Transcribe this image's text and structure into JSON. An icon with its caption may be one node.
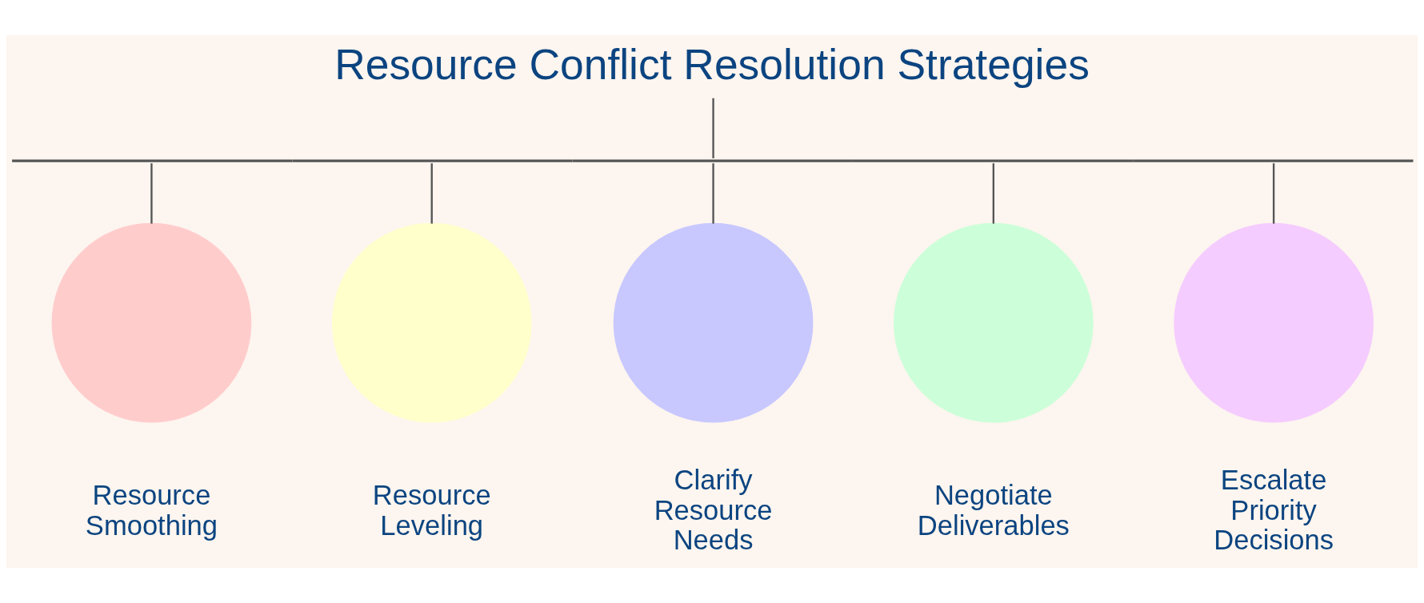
{
  "diagram": {
    "title": "Resource Conflict Resolution Strategies",
    "nodes": [
      {
        "text": [],
        "shape": "bar"
      },
      {
        "text": [],
        "shape": "circle",
        "beside": [
          "Resource Smoothing"
        ]
      },
      {
        "text": [],
        "shape": "circle",
        "beside": [
          "Resource Leveling"
        ]
      },
      {
        "text": [],
        "shape": "circle",
        "beside": [
          "Clarify Resource Needs"
        ]
      },
      {
        "text": [],
        "shape": "circle",
        "beside": [
          "Negotiate Deliverables"
        ]
      },
      {
        "text": [],
        "shape": "circle",
        "beside": [
          "Escalate Priority Decisions"
        ]
      }
    ],
    "edges": [
      {
        "from": null,
        "to": 0,
        "arrow": "none"
      },
      {
        "from": 0,
        "to": 1,
        "arrow": "none"
      },
      {
        "from": 0,
        "to": 2,
        "arrow": "none"
      },
      {
        "from": 0,
        "to": 3,
        "arrow": "none"
      },
      {
        "from": 0,
        "to": 4,
        "arrow": "none"
      },
      {
        "from": 0,
        "to": 5,
        "arrow": "none"
      }
    ]
  }
}
